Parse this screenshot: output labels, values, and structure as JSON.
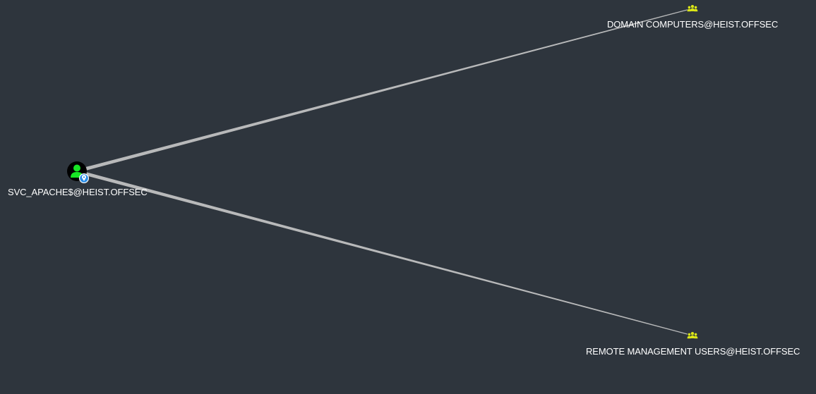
{
  "graph": {
    "nodes": [
      {
        "id": "svc",
        "label": "SVC_APACHE$@HEIST.OFFSEC",
        "type": "user",
        "icon": "user-icon",
        "badge": "map-pin-badge-icon",
        "color": "#17e625"
      },
      {
        "id": "dc",
        "label": "DOMAIN COMPUTERS@HEIST.OFFSEC",
        "type": "group",
        "icon": "group-icon",
        "color": "#dbe617"
      },
      {
        "id": "rmu",
        "label": "REMOTE MANAGEMENT USERS@HEIST.OFFSEC",
        "type": "group",
        "icon": "group-icon",
        "color": "#dbe617"
      }
    ],
    "edges": [
      {
        "from": "svc",
        "to": "dc"
      },
      {
        "from": "svc",
        "to": "rmu"
      }
    ],
    "colors": {
      "background": "#2e353d",
      "edge": "#c8c8c8",
      "label": "#ffffff",
      "badge": "#2a8de6"
    }
  }
}
